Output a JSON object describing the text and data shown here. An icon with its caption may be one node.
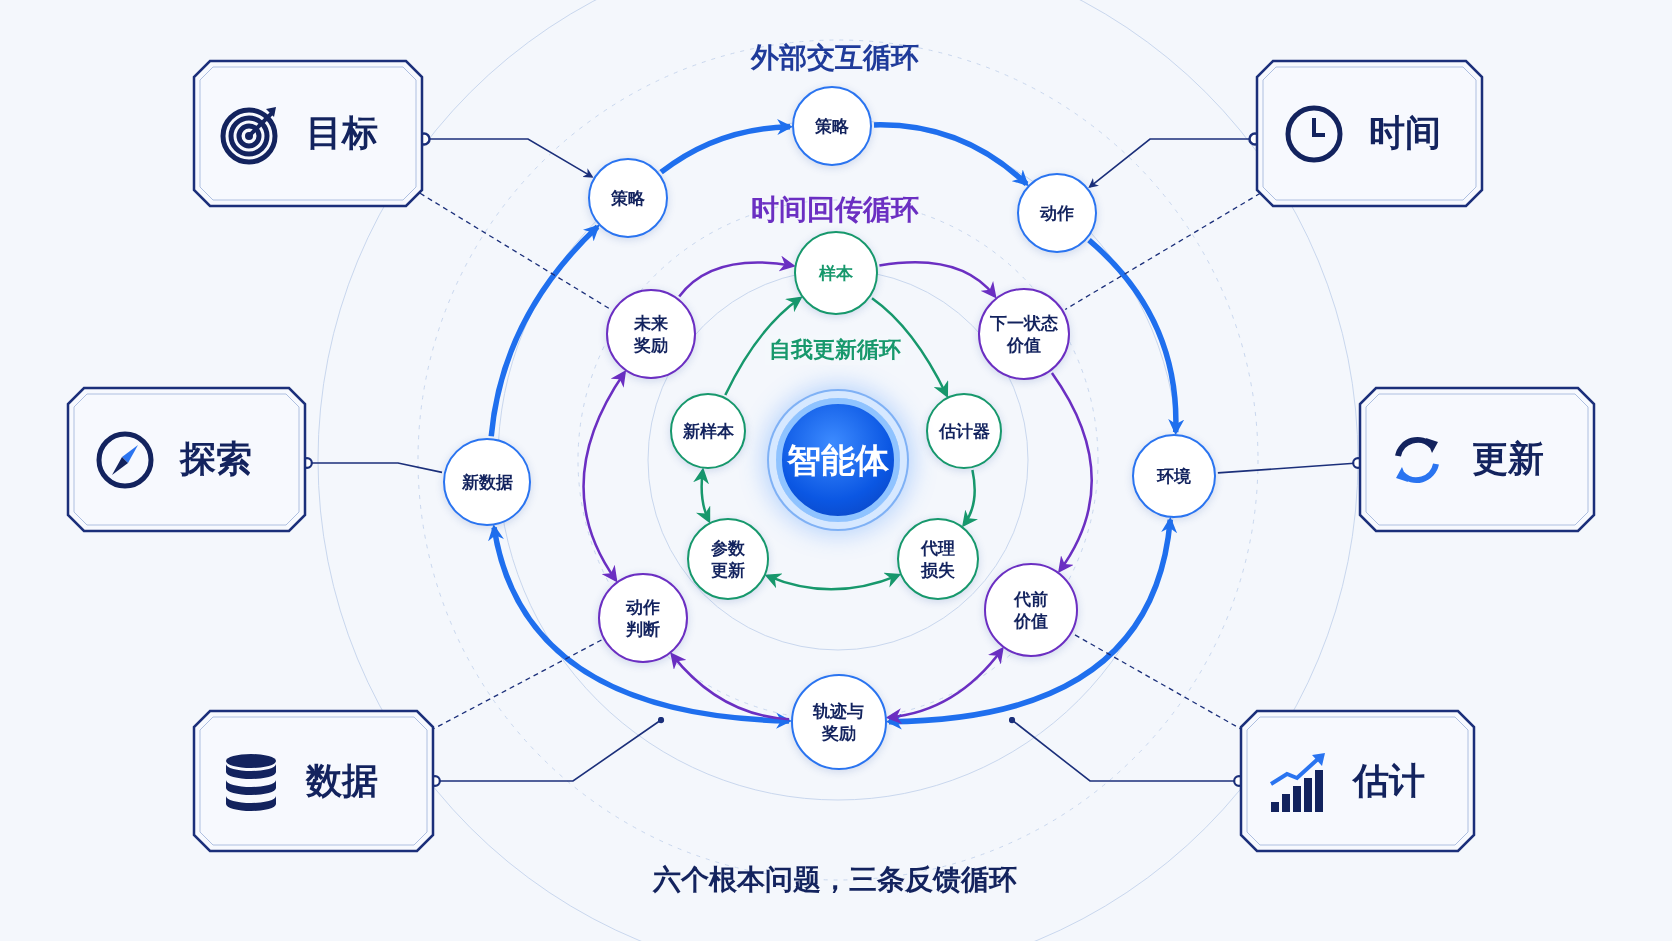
{
  "diagram": {
    "caption": "六个根本问题，三条反馈循环",
    "nodes": [
      {
        "text": [
          "目标"
        ]
      },
      {
        "text": [
          "时间"
        ]
      },
      {
        "text": [
          "策略"
        ]
      },
      {
        "text": [
          "策略"
        ]
      },
      {
        "text": [
          "动作"
        ]
      },
      {
        "text": [
          "样本"
        ]
      },
      {
        "text": [
          "未来奖励"
        ]
      },
      {
        "text": [
          "下一状态价值"
        ]
      },
      {
        "text": [
          "新样本"
        ]
      },
      {
        "text": [
          "估计器"
        ]
      },
      {
        "text": [
          "智能体"
        ]
      },
      {
        "text": [
          "探索"
        ]
      },
      {
        "text": [
          "新数据"
        ]
      },
      {
        "text": [
          "环境"
        ]
      },
      {
        "text": [
          "更新"
        ]
      },
      {
        "text": [
          "参数更新"
        ]
      },
      {
        "text": [
          "代理损失"
        ]
      },
      {
        "text": [
          "动作判断"
        ]
      },
      {
        "text": [
          "代前价值"
        ]
      },
      {
        "text": [
          "轨迹与奖励"
        ]
      },
      {
        "text": [
          "数据"
        ]
      },
      {
        "text": [
          "估计"
        ]
      }
    ],
    "edges": [
      {
        "from": 3,
        "to": 2,
        "arrow": "to",
        "style": "thick",
        "color": "#1f6fee"
      },
      {
        "from": 2,
        "to": 4,
        "arrow": "to",
        "style": "thick",
        "color": "#1f6fee"
      },
      {
        "from": 4,
        "to": 13,
        "arrow": "to",
        "style": "thick",
        "color": "#1f6fee"
      },
      {
        "from": 13,
        "to": 19,
        "arrow": "both",
        "style": "thick",
        "color": "#1f6fee"
      },
      {
        "from": 19,
        "to": 12,
        "arrow": "both",
        "style": "thick",
        "color": "#1f6fee"
      },
      {
        "from": 12,
        "to": 3,
        "arrow": "to",
        "style": "thick",
        "color": "#1f6fee"
      },
      {
        "from": 6,
        "to": 5,
        "arrow": "to",
        "color": "#6b2fc2"
      },
      {
        "from": 5,
        "to": 7,
        "arrow": "to",
        "color": "#6b2fc2"
      },
      {
        "from": 7,
        "to": 18,
        "arrow": "to",
        "color": "#6b2fc2"
      },
      {
        "from": 18,
        "to": 19,
        "arrow": "both",
        "color": "#6b2fc2"
      },
      {
        "from": 19,
        "to": 17,
        "arrow": "to",
        "color": "#6b2fc2"
      },
      {
        "from": 17,
        "to": 6,
        "arrow": "both",
        "color": "#6b2fc2"
      },
      {
        "from": 8,
        "to": 5,
        "arrow": "to",
        "color": "#17986c"
      },
      {
        "from": 5,
        "to": 9,
        "arrow": "to",
        "color": "#17986c"
      },
      {
        "from": 9,
        "to": 16,
        "arrow": "to",
        "color": "#17986c"
      },
      {
        "from": 16,
        "to": 15,
        "arrow": "both",
        "color": "#17986c"
      },
      {
        "from": 15,
        "to": 8,
        "arrow": "both",
        "color": "#17986c"
      },
      {
        "from": 0,
        "to": 3,
        "arrow": "to"
      },
      {
        "from": 1,
        "to": 4,
        "arrow": "to"
      },
      {
        "from": 11,
        "to": 12,
        "arrow": "other"
      },
      {
        "from": 14,
        "to": 13,
        "arrow": "other"
      },
      {
        "from": 20,
        "to": null,
        "arrow": "other"
      },
      {
        "from": 21,
        "to": null,
        "arrow": "other"
      },
      {
        "from": 0,
        "to": 6,
        "arrow": "none",
        "style": "dashed"
      },
      {
        "from": 1,
        "to": 7,
        "arrow": "none",
        "style": "dashed"
      },
      {
        "from": 20,
        "to": 17,
        "arrow": "none",
        "style": "dashed"
      },
      {
        "from": 21,
        "to": 18,
        "arrow": "none",
        "style": "dashed"
      }
    ],
    "labels": [
      "外部交互循环",
      "时间回传循环",
      "自我更新循环"
    ]
  }
}
